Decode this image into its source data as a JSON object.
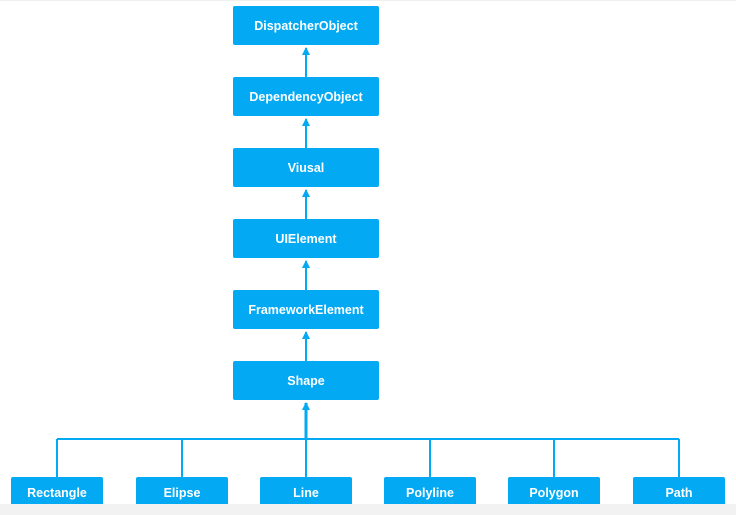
{
  "colors": {
    "node": "#04a9f4",
    "connector": "#04a9f4"
  },
  "hierarchy": [
    {
      "label": "DispatcherObject"
    },
    {
      "label": "DependencyObject"
    },
    {
      "label": "Viusal"
    },
    {
      "label": "UIElement"
    },
    {
      "label": "FrameworkElement"
    },
    {
      "label": "Shape"
    }
  ],
  "children": [
    {
      "label": "Rectangle"
    },
    {
      "label": "Elipse"
    },
    {
      "label": "Line"
    },
    {
      "label": "Polyline"
    },
    {
      "label": "Polygon"
    },
    {
      "label": "Path"
    }
  ]
}
